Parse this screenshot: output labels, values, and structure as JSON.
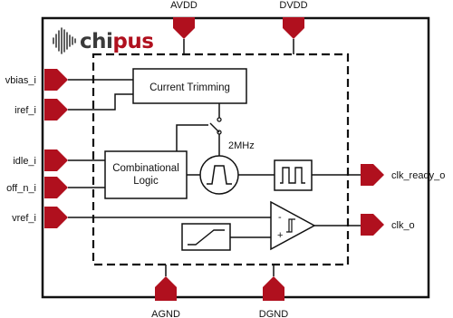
{
  "logo": {
    "text_part1": "chi",
    "text_part2": "pus",
    "color_dark": "#3a3a3a",
    "color_accent": "#b0101e"
  },
  "colors": {
    "pin": "#b0101e",
    "line": "#111111",
    "box_border": "#111111"
  },
  "pins": {
    "top": [
      "AVDD",
      "DVDD"
    ],
    "bottom": [
      "AGND",
      "DGND"
    ],
    "left": [
      "vbias_i",
      "iref_i",
      "idle_i",
      "off_n_i",
      "vref_i"
    ],
    "right": [
      "clk_ready_o",
      "clk_o"
    ]
  },
  "blocks": {
    "current_trimming": "Current Trimming",
    "combinational_logic_line1": "Combinational",
    "combinational_logic_line2": "Logic",
    "oscillator_freq": "2MHz"
  },
  "comparator": {
    "minus_sign": "-",
    "plus_sign": "+"
  },
  "icons": [
    "oscillator-icon",
    "square-wave-icon",
    "ramp-icon",
    "comparator-icon",
    "switch-icon"
  ]
}
